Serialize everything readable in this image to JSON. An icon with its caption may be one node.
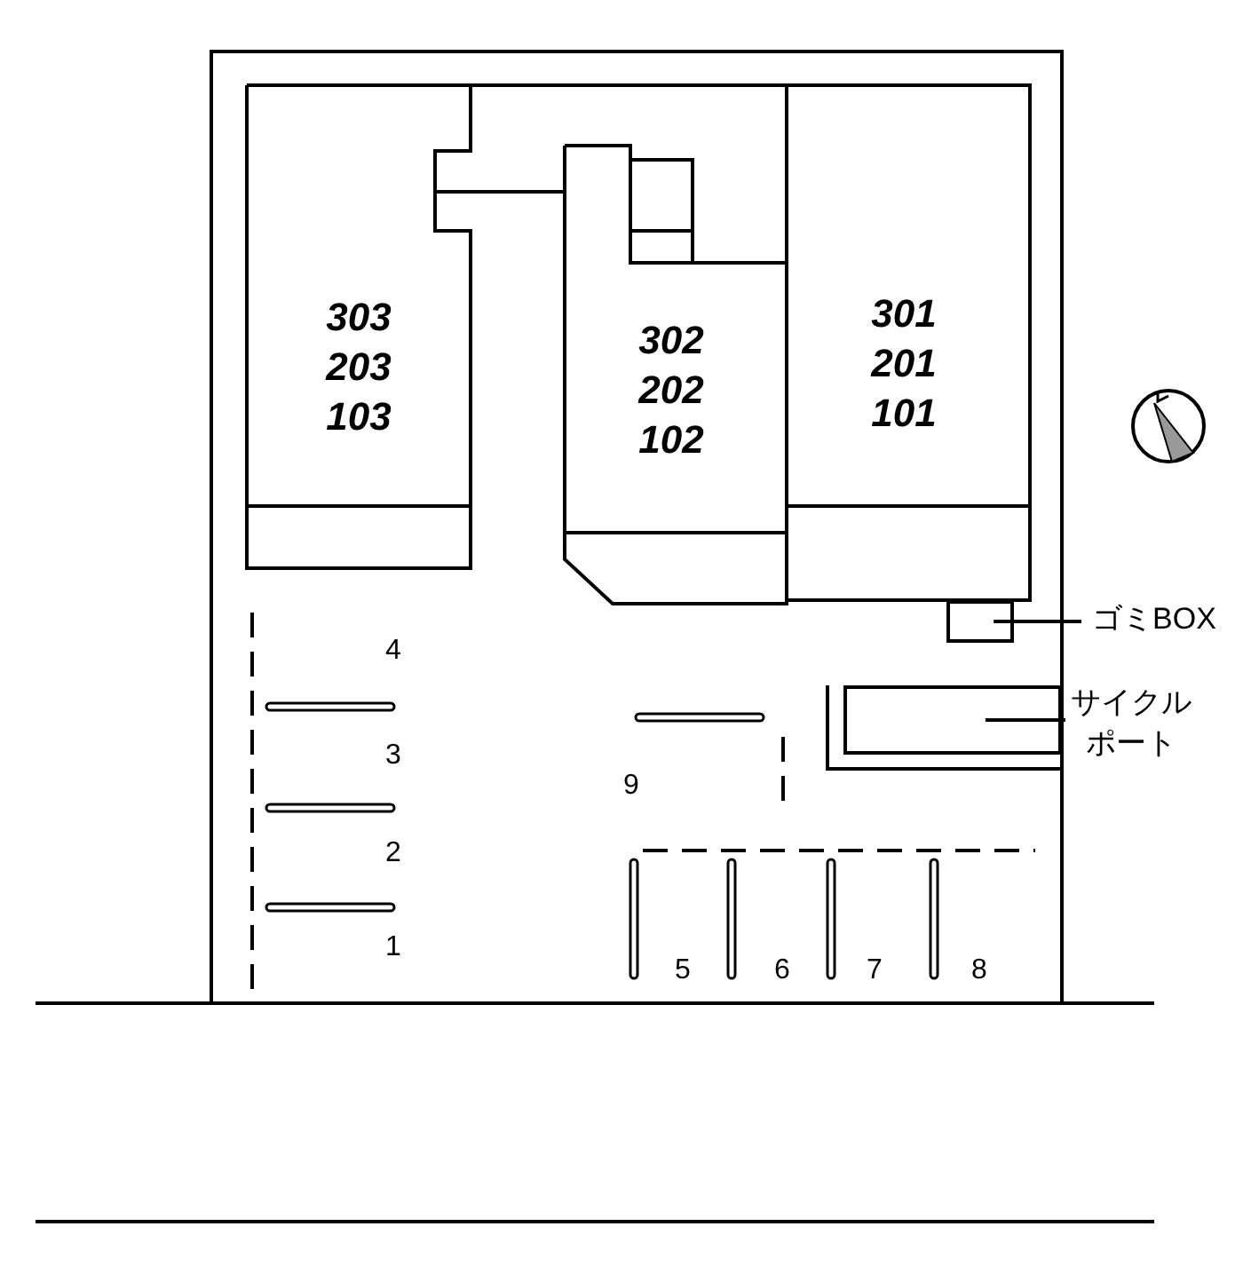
{
  "diagram": {
    "nodes": [
      {
        "text": [
          "303 203 103"
        ]
      },
      {
        "text": [
          "302 202 102"
        ]
      },
      {
        "text": [
          "301 201 101"
        ]
      },
      {
        "text": [
          "ゴミBOX"
        ]
      },
      {
        "text": [],
        "shape": "box"
      },
      {
        "text": [
          "サイクルポート"
        ]
      },
      {
        "text": [],
        "shape": "box"
      }
    ],
    "edges": [
      {
        "from": 3,
        "to": 4,
        "arrow": "none"
      },
      {
        "from": 5,
        "to": 6,
        "arrow": "none"
      }
    ],
    "labels": [
      "4",
      "3",
      "2",
      "1",
      "9",
      "5",
      "6",
      "7",
      "8"
    ]
  }
}
